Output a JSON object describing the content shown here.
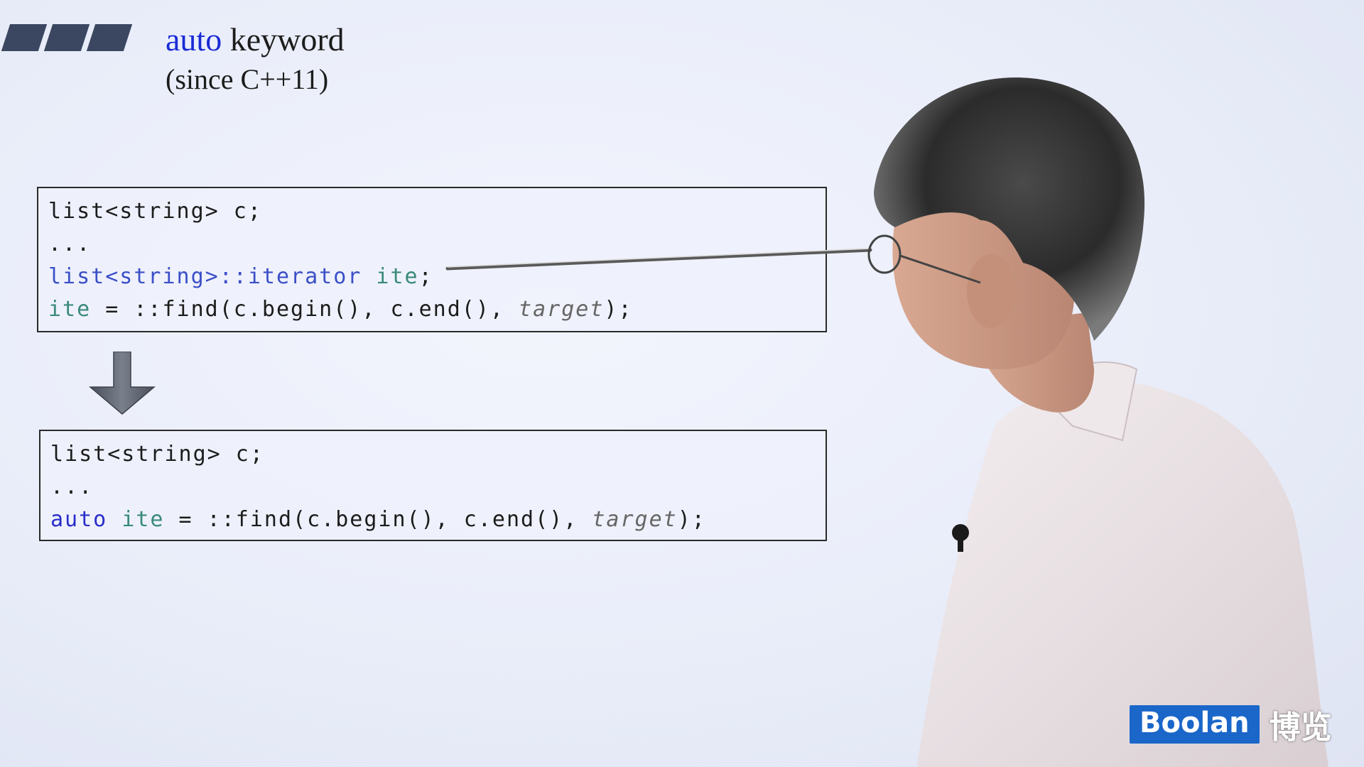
{
  "slide": {
    "title_keyword": "auto",
    "title_rest": " keyword",
    "subtitle": "(since C++11)"
  },
  "code_before": {
    "line1": "list<string> c;",
    "line2": "...",
    "line3_type": "list<string>::iterator",
    "line3_var": "ite",
    "line3_end": ";",
    "line4_var": "ite",
    "line4_mid": " = ::find(c.begin(), c.end(), ",
    "line4_arg": "target",
    "line4_end": ");"
  },
  "code_after": {
    "line1": "list<string> c;",
    "line2": "...",
    "line3_kw": "auto",
    "line3_var": "ite",
    "line3_mid": " = ::find(c.begin(), c.end(), ",
    "line3_arg": "target",
    "line3_end": ");"
  },
  "logo": {
    "brand": "Boolan",
    "brand_cn": "博览",
    "brand_color": "#1a66c9"
  },
  "icons": {
    "arrow": "arrow-down-icon",
    "decor": "slide-stripes"
  }
}
